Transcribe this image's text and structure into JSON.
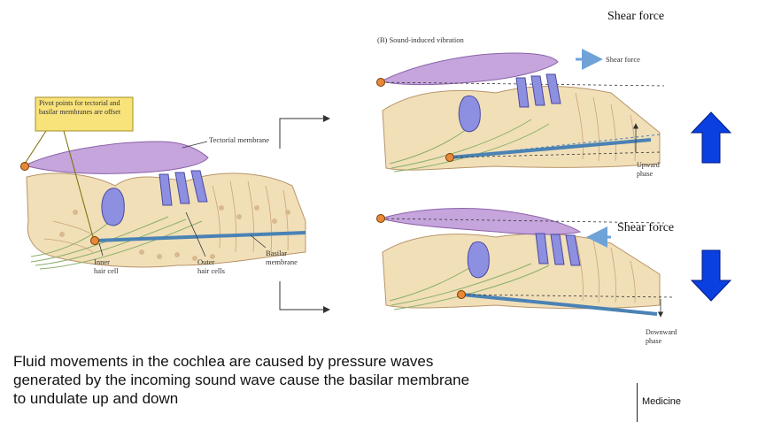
{
  "labels": {
    "shear_force_top": "Shear force",
    "panel_b_title": "(B) Sound-induced vibration",
    "shear_force_small": "Shear force",
    "shear_force_bottom": "Shear force",
    "tectorial_membrane": "Tectorial membrane",
    "pivot_callout": "Pivot points for tectorial and basilar membranes are offset",
    "inner_hair_cell": [
      "Inner",
      "hair cell"
    ],
    "outer_hair_cells": [
      "Outer",
      "hair cells"
    ],
    "basilar_membrane": [
      "Basilar",
      "membrane"
    ],
    "upward_phase": [
      "Upward",
      "phase"
    ],
    "downward_phase": [
      "Downward",
      "phase"
    ]
  },
  "caption": "Fluid movements in the cochlea are caused by pressure waves generated by the incoming sound wave cause the basilar membrane to undulate up and down",
  "footer": "Medicine",
  "colors": {
    "tectorial": "#c6a4dc",
    "tissue": "#f1dfb8",
    "hair_cell": "#8d8fe0",
    "basilar": "#4a82b4",
    "pivot": "#e8893a",
    "arrow_blue": "#0a3fe0",
    "callout": "#f8e27a"
  },
  "icons": [
    "up-arrow-icon",
    "down-arrow-icon",
    "shear-arrow-icon"
  ]
}
